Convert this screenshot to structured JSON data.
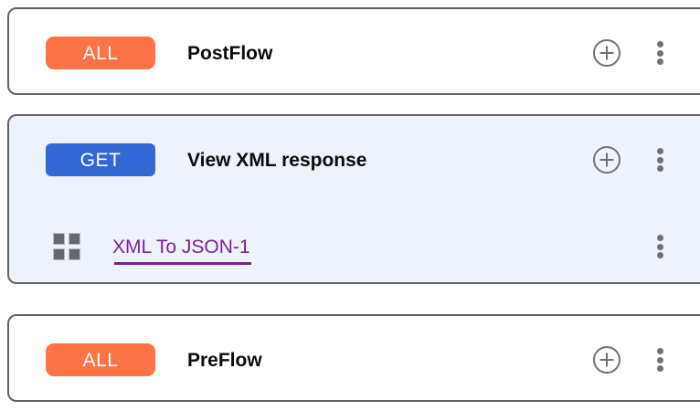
{
  "flows": [
    {
      "id": "postflow",
      "badge_label": "ALL",
      "badge_type": "all",
      "badge_color": "#fc7347",
      "title": "PostFlow",
      "selected": false,
      "add_icon": "plus-circle-icon",
      "menu_icon": "more-vertical-icon",
      "policies": []
    },
    {
      "id": "view-xml-response",
      "badge_label": "GET",
      "badge_type": "get",
      "badge_color": "#3367d6",
      "title": "View XML response",
      "selected": true,
      "add_icon": "plus-circle-icon",
      "menu_icon": "more-vertical-icon",
      "policies": [
        {
          "name": "XML To JSON-1",
          "icon": "grid-squares-icon",
          "link_color": "#7b1fa2",
          "menu_icon": "more-vertical-icon"
        }
      ]
    },
    {
      "id": "preflow",
      "badge_label": "ALL",
      "badge_type": "all",
      "badge_color": "#fc7347",
      "title": "PreFlow",
      "selected": false,
      "add_icon": "plus-circle-icon",
      "menu_icon": "more-vertical-icon",
      "policies": []
    }
  ],
  "colors": {
    "card_border": "#5f6368",
    "selected_background": "#eef2fb",
    "card_background": "#ffffff",
    "icon_gray": "#6e7277",
    "title_text": "#0b0b0b"
  }
}
